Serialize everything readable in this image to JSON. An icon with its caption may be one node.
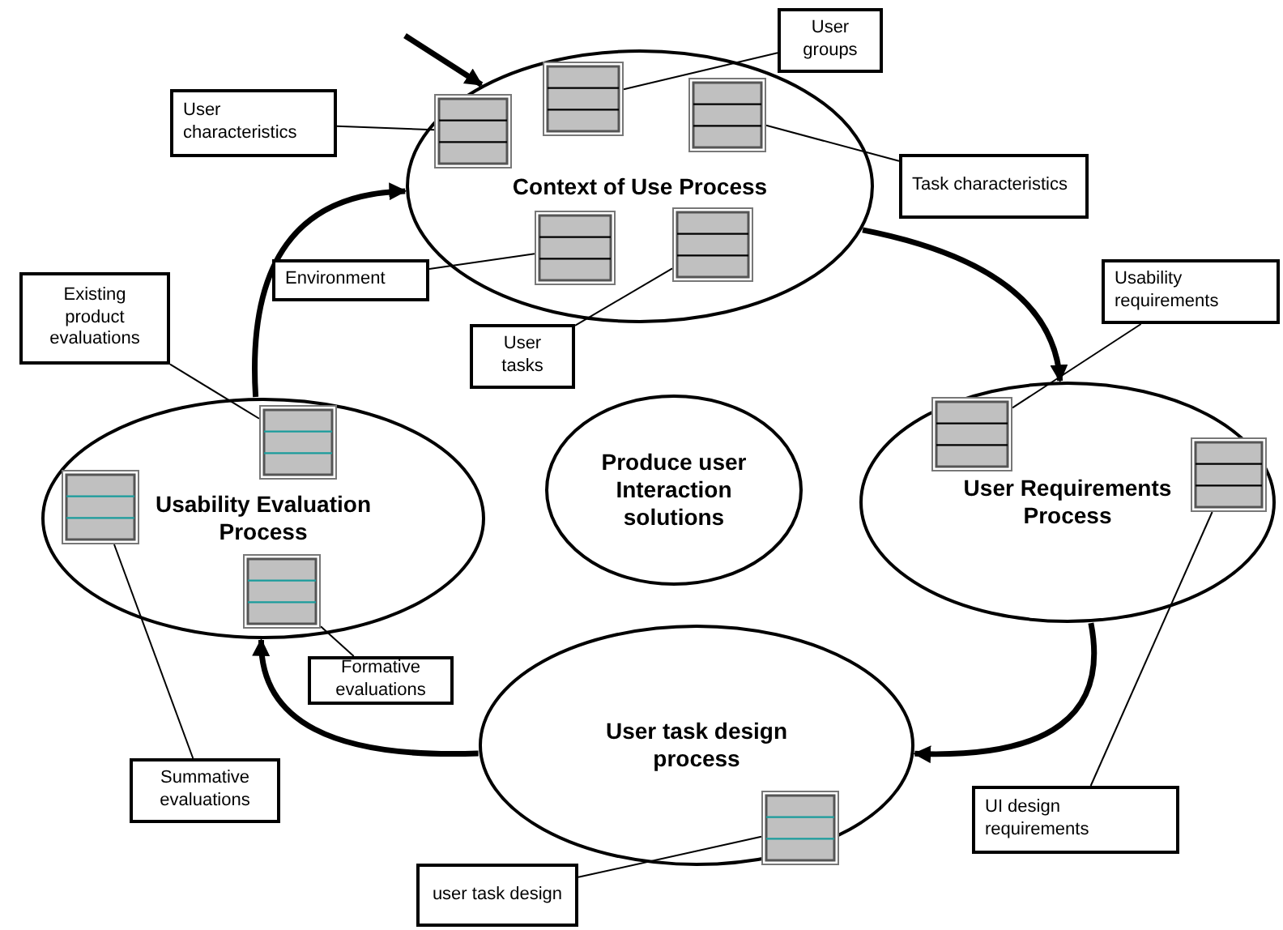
{
  "diagram": {
    "nodes": [
      {
        "text": [
          "Context of Use Process"
        ]
      },
      {
        "text": [],
        "shape": "box",
        "in": 0
      },
      {
        "text": [],
        "shape": "box",
        "in": 0
      },
      {
        "text": [],
        "shape": "box",
        "in": 0
      },
      {
        "text": [],
        "shape": "box",
        "in": 0
      },
      {
        "text": [],
        "shape": "box",
        "in": 0
      },
      {
        "text": [
          "User characteristics"
        ]
      },
      {
        "text": [
          "User groups"
        ]
      },
      {
        "text": [
          "Task characteristics"
        ]
      },
      {
        "text": [
          "Environment"
        ]
      },
      {
        "text": [
          "User tasks"
        ]
      },
      {
        "text": [
          "User Requirements Process"
        ]
      },
      {
        "text": [],
        "shape": "box",
        "in": 11
      },
      {
        "text": [],
        "shape": "box",
        "in": 11
      },
      {
        "text": [
          "Usability requirements"
        ]
      },
      {
        "text": [
          "UI design requirements"
        ]
      },
      {
        "text": [
          "User task design process"
        ]
      },
      {
        "text": [],
        "shape": "box",
        "in": 16
      },
      {
        "text": [
          "user task design"
        ]
      },
      {
        "text": [
          "Usability Evaluation Process"
        ]
      },
      {
        "text": [],
        "shape": "box",
        "in": 19
      },
      {
        "text": [],
        "shape": "box",
        "in": 19
      },
      {
        "text": [],
        "shape": "box",
        "in": 19
      },
      {
        "text": [
          "Existing product evaluations"
        ]
      },
      {
        "text": [
          "Formative evaluations"
        ]
      },
      {
        "text": [
          "Summative evaluations"
        ]
      },
      {
        "text": [
          "Produce user Interaction solutions"
        ]
      }
    ],
    "edges": [
      {
        "from": 6,
        "to": 1,
        "arrow": "none"
      },
      {
        "from": 7,
        "to": 2,
        "arrow": "none"
      },
      {
        "from": 8,
        "to": 3,
        "arrow": "none"
      },
      {
        "from": 9,
        "to": 4,
        "arrow": "none"
      },
      {
        "from": 10,
        "to": 5,
        "arrow": "none"
      },
      {
        "from": 14,
        "to": 12,
        "arrow": "none"
      },
      {
        "from": 15,
        "to": 13,
        "arrow": "none"
      },
      {
        "from": 18,
        "to": 17,
        "arrow": "none"
      },
      {
        "from": 23,
        "to": 21,
        "arrow": "none"
      },
      {
        "from": 24,
        "to": 22,
        "arrow": "none"
      },
      {
        "from": 25,
        "to": 20,
        "arrow": "none"
      },
      {
        "from": null,
        "to": 0,
        "arrow": "to",
        "style": "thick"
      },
      {
        "from": 19,
        "to": 0,
        "arrow": "to",
        "style": "thick"
      },
      {
        "from": 0,
        "to": 11,
        "arrow": "to",
        "style": "thick"
      },
      {
        "from": 11,
        "to": 16,
        "arrow": "to",
        "style": "thick"
      },
      {
        "from": 16,
        "to": 19,
        "arrow": "to",
        "style": "thick"
      }
    ]
  }
}
